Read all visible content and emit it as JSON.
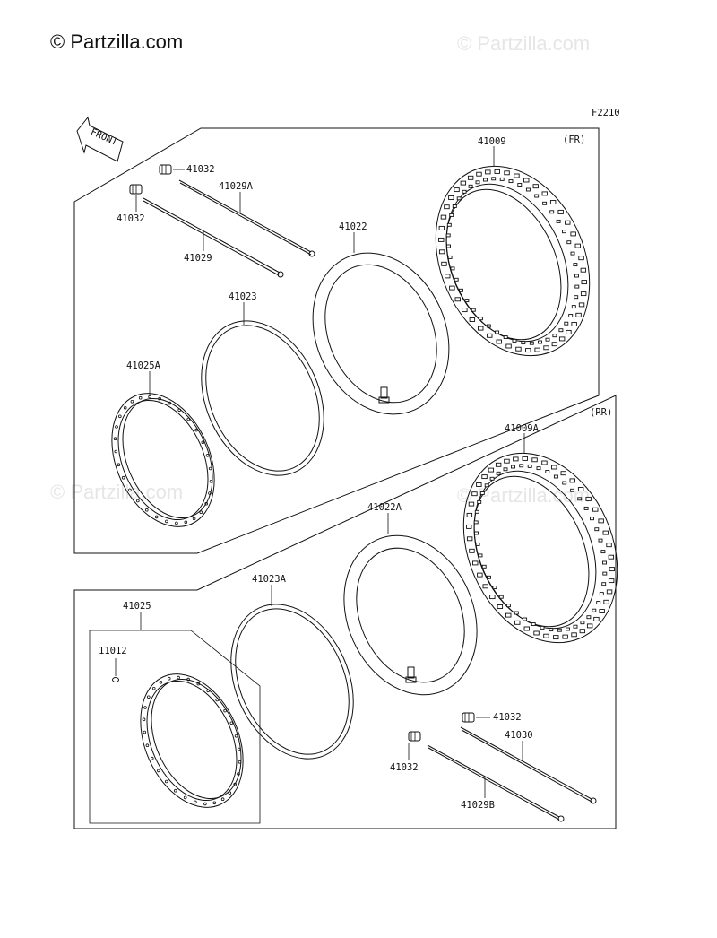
{
  "header": {
    "copyright": "© Partzilla.com",
    "watermark": "© Partzilla.com"
  },
  "figure_code": "F2210",
  "front_arrow_label": "FRONT",
  "sections": {
    "front": "(FR)",
    "rear": "(RR)"
  },
  "parts": {
    "p41032_a": "41032",
    "p41032_b": "41032",
    "p41029a": "41029A",
    "p41029": "41029",
    "p41022": "41022",
    "p41009": "41009",
    "p41023": "41023",
    "p41025a": "41025A",
    "p41009a": "41009A",
    "p41022a": "41022A",
    "p41023a": "41023A",
    "p41025": "41025",
    "p11012": "11012",
    "p41032_c": "41032",
    "p41030": "41030",
    "p41032_d": "41032",
    "p41029b": "41029B"
  },
  "colors": {
    "line": "#111111",
    "watermark": "#e6e6e6"
  }
}
